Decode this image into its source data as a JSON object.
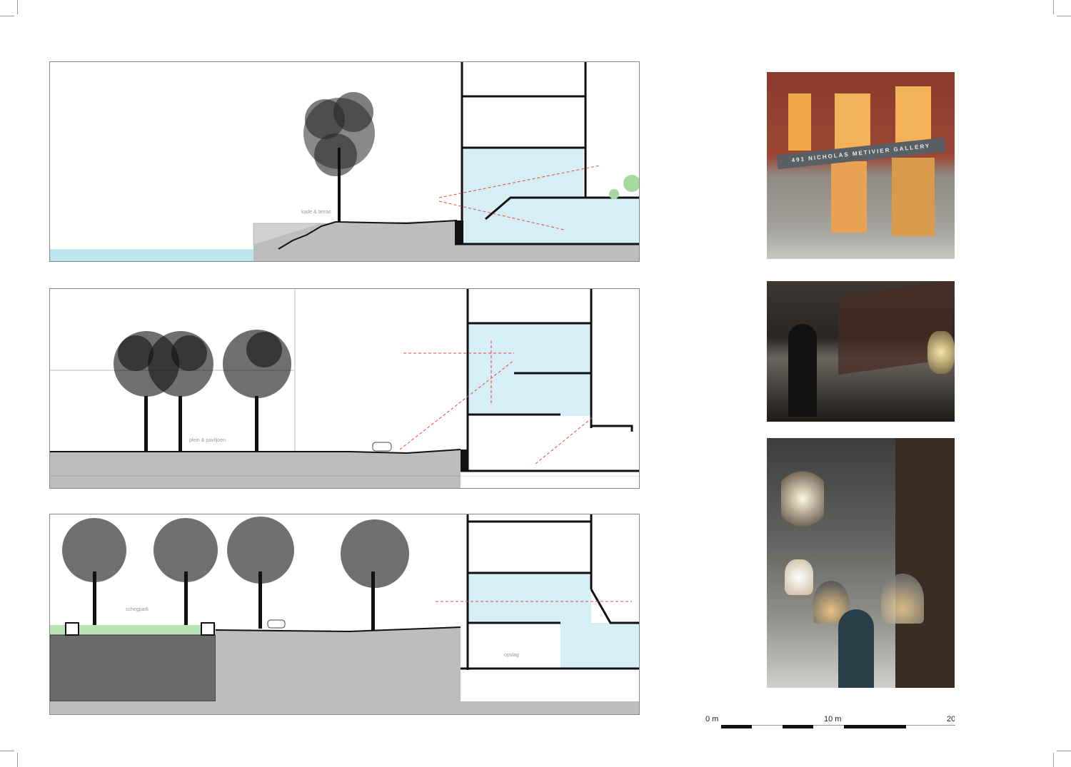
{
  "sections": [
    {
      "label": "kade & terras"
    },
    {
      "label": "plein & paviljoen"
    },
    {
      "label": "schegpark",
      "label2": "opslag"
    }
  ],
  "photos": [
    {
      "sign_text": "491 NICHOLAS METIVIER GALLERY"
    },
    {},
    {}
  ],
  "scale_bar": {
    "start": "0 m",
    "mid": "10 m",
    "end": "20"
  },
  "colors": {
    "water": "#bfe6ef",
    "interior": "#d6eef5",
    "ground": "#bdbdbd",
    "park": "#b9e3b6",
    "arrow": "#e8463c"
  }
}
